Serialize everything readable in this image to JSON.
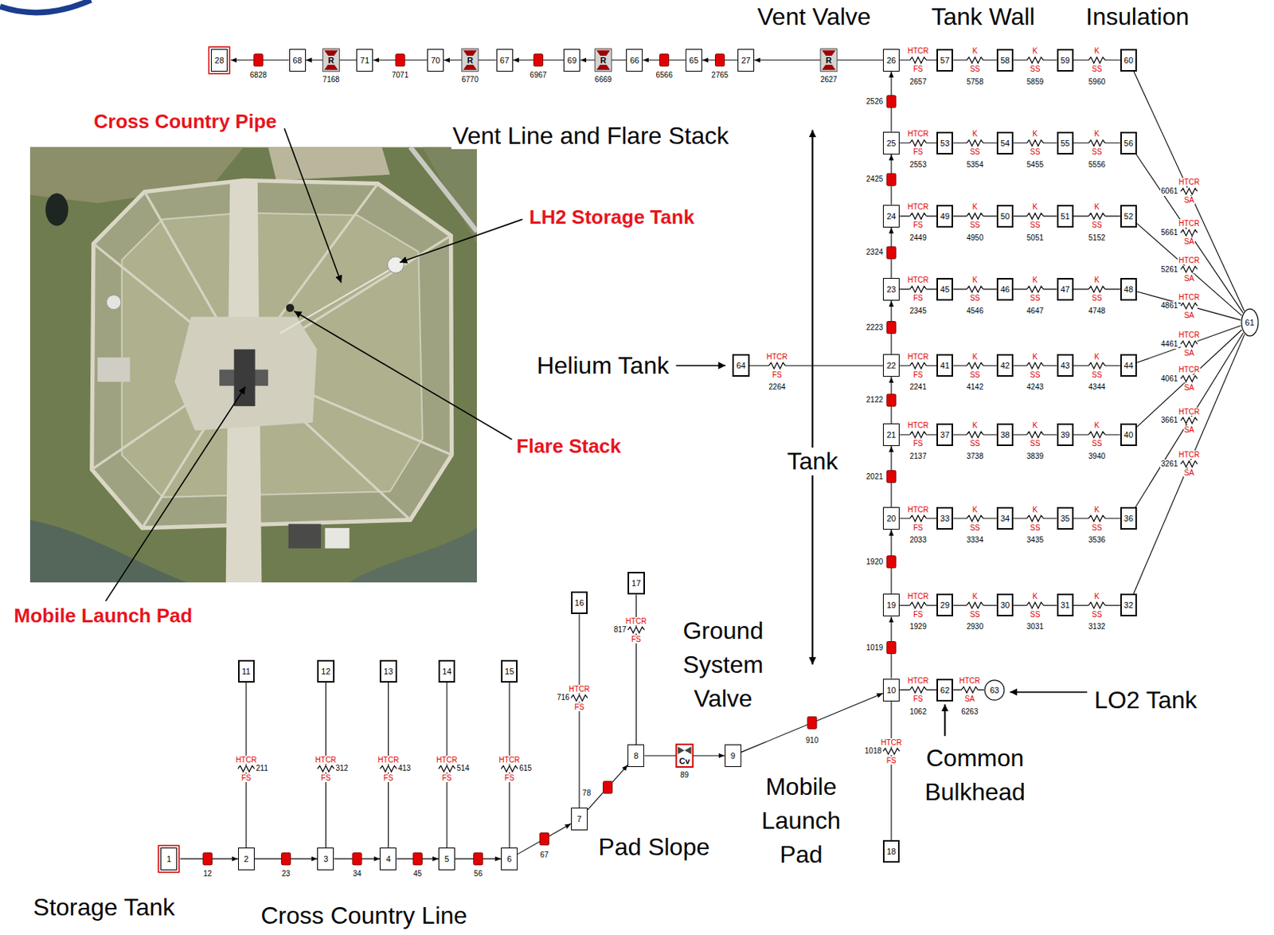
{
  "diagram": {
    "nodes": [
      {
        "text": [
          "1"
        ]
      },
      {
        "text": [
          "2"
        ]
      },
      {
        "text": [
          "3"
        ]
      },
      {
        "text": [
          "4"
        ]
      },
      {
        "text": [
          "5"
        ]
      },
      {
        "text": [
          "6"
        ]
      },
      {
        "text": [
          "7"
        ]
      },
      {
        "text": [
          "8"
        ]
      },
      {
        "text": [
          "9"
        ]
      },
      {
        "text": [
          "10"
        ]
      },
      {
        "text": [
          "11"
        ]
      },
      {
        "text": [
          "12"
        ]
      },
      {
        "text": [
          "13"
        ]
      },
      {
        "text": [
          "14"
        ]
      },
      {
        "text": [
          "15"
        ]
      },
      {
        "text": [
          "16"
        ]
      },
      {
        "text": [
          "17"
        ]
      },
      {
        "text": [
          "18"
        ]
      },
      {
        "text": [
          "19"
        ]
      },
      {
        "text": [
          "20"
        ]
      },
      {
        "text": [
          "21"
        ]
      },
      {
        "text": [
          "22"
        ]
      },
      {
        "text": [
          "23"
        ]
      },
      {
        "text": [
          "24"
        ]
      },
      {
        "text": [
          "25"
        ]
      },
      {
        "text": [
          "26"
        ]
      },
      {
        "text": [
          "27"
        ]
      },
      {
        "text": [
          "28"
        ]
      },
      {
        "text": [
          "29"
        ]
      },
      {
        "text": [
          "30"
        ]
      },
      {
        "text": [
          "31"
        ]
      },
      {
        "text": [
          "32"
        ]
      },
      {
        "text": [
          "33"
        ]
      },
      {
        "text": [
          "34"
        ]
      },
      {
        "text": [
          "35"
        ]
      },
      {
        "text": [
          "36"
        ]
      },
      {
        "text": [
          "37"
        ]
      },
      {
        "text": [
          "38"
        ]
      },
      {
        "text": [
          "39"
        ]
      },
      {
        "text": [
          "40"
        ]
      },
      {
        "text": [
          "41"
        ]
      },
      {
        "text": [
          "42"
        ]
      },
      {
        "text": [
          "43"
        ]
      },
      {
        "text": [
          "44"
        ]
      },
      {
        "text": [
          "45"
        ]
      },
      {
        "text": [
          "46"
        ]
      },
      {
        "text": [
          "47"
        ]
      },
      {
        "text": [
          "48"
        ]
      },
      {
        "text": [
          "49"
        ]
      },
      {
        "text": [
          "50"
        ]
      },
      {
        "text": [
          "51"
        ]
      },
      {
        "text": [
          "52"
        ]
      },
      {
        "text": [
          "53"
        ]
      },
      {
        "text": [
          "54"
        ]
      },
      {
        "text": [
          "55"
        ]
      },
      {
        "text": [
          "56"
        ]
      },
      {
        "text": [
          "57"
        ]
      },
      {
        "text": [
          "58"
        ]
      },
      {
        "text": [
          "59"
        ]
      },
      {
        "text": [
          "60"
        ]
      },
      {
        "text": [
          "61"
        ]
      },
      {
        "text": [
          "62"
        ]
      },
      {
        "text": [
          "63"
        ]
      },
      {
        "text": [
          "64"
        ]
      },
      {
        "text": [
          "65"
        ]
      },
      {
        "text": [
          "66"
        ]
      },
      {
        "text": [
          "67"
        ]
      },
      {
        "text": [
          "68"
        ]
      },
      {
        "text": [
          "69"
        ]
      },
      {
        "text": [
          "70"
        ]
      },
      {
        "text": [
          "71"
        ]
      }
    ],
    "edges": [
      {
        "from": 0,
        "to": 1,
        "label": "12",
        "arrow": "to"
      },
      {
        "from": 1,
        "to": 2,
        "label": "23",
        "arrow": "to"
      },
      {
        "from": 2,
        "to": 3,
        "label": "34",
        "arrow": "to"
      },
      {
        "from": 3,
        "to": 4,
        "label": "45",
        "arrow": "to"
      },
      {
        "from": 4,
        "to": 5,
        "label": "56",
        "arrow": "to"
      },
      {
        "from": 5,
        "to": 6,
        "label": "67",
        "arrow": "to"
      },
      {
        "from": 6,
        "to": 7,
        "label": "78",
        "arrow": "to"
      },
      {
        "from": 8,
        "to": 9,
        "label": "910",
        "arrow": "to"
      },
      {
        "from": 9,
        "to": 18,
        "label": "1019",
        "arrow": "to"
      },
      {
        "from": 18,
        "to": 19,
        "label": "1920",
        "arrow": "to"
      },
      {
        "from": 19,
        "to": 20,
        "label": "2021",
        "arrow": "to"
      },
      {
        "from": 20,
        "to": 21,
        "label": "2122",
        "arrow": "to"
      },
      {
        "from": 21,
        "to": 22,
        "label": "2223",
        "arrow": "to"
      },
      {
        "from": 22,
        "to": 23,
        "label": "2324",
        "arrow": "to"
      },
      {
        "from": 23,
        "to": 24,
        "label": "2425",
        "arrow": "to"
      },
      {
        "from": 24,
        "to": 25,
        "label": "2526",
        "arrow": "to"
      },
      {
        "from": 26,
        "to": 64,
        "label": "2765",
        "arrow": "to"
      },
      {
        "from": 64,
        "to": 65,
        "label": "6566",
        "arrow": "to"
      },
      {
        "from": 68,
        "to": 66,
        "label": "6967",
        "arrow": "to"
      },
      {
        "from": 69,
        "to": 70,
        "label": "7071",
        "arrow": "to"
      },
      {
        "from": 67,
        "to": 27,
        "label": "6828",
        "arrow": "to"
      },
      {
        "from": 7,
        "to": 8,
        "label": "89",
        "arrow": "to"
      },
      {
        "from": 25,
        "to": 26,
        "label": "2627",
        "arrow": "to"
      },
      {
        "from": 65,
        "to": 68,
        "label": "6669",
        "arrow": "to"
      },
      {
        "from": 66,
        "to": 69,
        "label": "6770",
        "arrow": "to"
      },
      {
        "from": 70,
        "to": 67,
        "label": "7168",
        "arrow": "to"
      },
      {
        "from": 1,
        "to": 10,
        "label": "211",
        "arrow": "none"
      },
      {
        "from": 2,
        "to": 11,
        "label": "312",
        "arrow": "none"
      },
      {
        "from": 3,
        "to": 12,
        "label": "413",
        "arrow": "none"
      },
      {
        "from": 4,
        "to": 13,
        "label": "514",
        "arrow": "none"
      },
      {
        "from": 5,
        "to": 14,
        "label": "615",
        "arrow": "none"
      },
      {
        "from": 6,
        "to": 15,
        "label": "716",
        "arrow": "none"
      },
      {
        "from": 7,
        "to": 16,
        "label": "817",
        "arrow": "none"
      },
      {
        "from": 9,
        "to": 61,
        "label": "1062",
        "arrow": "none"
      },
      {
        "from": 61,
        "to": 62,
        "label": "6263",
        "arrow": "none"
      },
      {
        "from": 9,
        "to": 17,
        "label": "1018",
        "arrow": "none"
      },
      {
        "from": 63,
        "to": 21,
        "label": "2264",
        "arrow": "none"
      },
      {
        "from": 18,
        "to": 28,
        "label": "1929",
        "arrow": "none"
      },
      {
        "from": 28,
        "to": 29,
        "label": "2930",
        "arrow": "none"
      },
      {
        "from": 29,
        "to": 30,
        "label": "3031",
        "arrow": "none"
      },
      {
        "from": 30,
        "to": 31,
        "label": "3132",
        "arrow": "none"
      },
      {
        "from": 31,
        "to": 60,
        "label": "3261",
        "arrow": "none"
      },
      {
        "from": 19,
        "to": 32,
        "label": "2033",
        "arrow": "none"
      },
      {
        "from": 32,
        "to": 33,
        "label": "3334",
        "arrow": "none"
      },
      {
        "from": 33,
        "to": 34,
        "label": "3435",
        "arrow": "none"
      },
      {
        "from": 34,
        "to": 35,
        "label": "3536",
        "arrow": "none"
      },
      {
        "from": 35,
        "to": 60,
        "label": "3661",
        "arrow": "none"
      },
      {
        "from": 20,
        "to": 36,
        "label": "2137",
        "arrow": "none"
      },
      {
        "from": 36,
        "to": 37,
        "label": "3738",
        "arrow": "none"
      },
      {
        "from": 37,
        "to": 38,
        "label": "3839",
        "arrow": "none"
      },
      {
        "from": 38,
        "to": 39,
        "label": "3940",
        "arrow": "none"
      },
      {
        "from": 39,
        "to": 60,
        "label": "4061",
        "arrow": "none"
      },
      {
        "from": 21,
        "to": 40,
        "label": "2241",
        "arrow": "none"
      },
      {
        "from": 40,
        "to": 41,
        "label": "4142",
        "arrow": "none"
      },
      {
        "from": 41,
        "to": 42,
        "label": "4243",
        "arrow": "none"
      },
      {
        "from": 42,
        "to": 43,
        "label": "4344",
        "arrow": "none"
      },
      {
        "from": 43,
        "to": 60,
        "label": "4461",
        "arrow": "none"
      },
      {
        "from": 22,
        "to": 44,
        "label": "2345",
        "arrow": "none"
      },
      {
        "from": 44,
        "to": 45,
        "label": "4546",
        "arrow": "none"
      },
      {
        "from": 45,
        "to": 46,
        "label": "4647",
        "arrow": "none"
      },
      {
        "from": 46,
        "to": 47,
        "label": "4748",
        "arrow": "none"
      },
      {
        "from": 47,
        "to": 60,
        "label": "4861",
        "arrow": "none"
      },
      {
        "from": 23,
        "to": 48,
        "label": "2449",
        "arrow": "none"
      },
      {
        "from": 48,
        "to": 49,
        "label": "4950",
        "arrow": "none"
      },
      {
        "from": 49,
        "to": 50,
        "label": "5051",
        "arrow": "none"
      },
      {
        "from": 50,
        "to": 51,
        "label": "5152",
        "arrow": "none"
      },
      {
        "from": 51,
        "to": 60,
        "label": "5261",
        "arrow": "none"
      },
      {
        "from": 24,
        "to": 52,
        "label": "2553",
        "arrow": "none"
      },
      {
        "from": 52,
        "to": 53,
        "label": "5354",
        "arrow": "none"
      },
      {
        "from": 53,
        "to": 54,
        "label": "5455",
        "arrow": "none"
      },
      {
        "from": 54,
        "to": 55,
        "label": "5556",
        "arrow": "none"
      },
      {
        "from": 55,
        "to": 60,
        "label": "5661",
        "arrow": "none"
      },
      {
        "from": 25,
        "to": 56,
        "label": "2657",
        "arrow": "none"
      },
      {
        "from": 56,
        "to": 57,
        "label": "5758",
        "arrow": "none"
      },
      {
        "from": 57,
        "to": 58,
        "label": "5859",
        "arrow": "none"
      },
      {
        "from": 58,
        "to": 59,
        "label": "5960",
        "arrow": "none"
      },
      {
        "from": 59,
        "to": 60,
        "label": "6061",
        "arrow": "none"
      }
    ],
    "labels": [
      "Vent Valve",
      "Tank Wall",
      "Insulation",
      "Cross Country Pipe",
      "Vent Line and Flare Stack",
      "LH2 Storage Tank",
      "Helium Tank",
      "Flare Stack",
      "Tank",
      "Mobile Launch Pad",
      "Ground System Valve",
      "LO2 Tank",
      "Common Bulkhead",
      "Mobile Launch Pad",
      "Pad Slope",
      "Storage Tank",
      "Cross Country Line",
      "Cv",
      "R",
      "R",
      "R",
      "R",
      "HTCR",
      "FS",
      "HTCR",
      "FS",
      "HTCR",
      "FS",
      "HTCR",
      "FS",
      "HTCR",
      "FS",
      "HTCR",
      "FS",
      "HTCR",
      "FS",
      "HTCR",
      "FS",
      "HTCR",
      "SA",
      "HTCR",
      "FS",
      "HTCR",
      "FS",
      "HTCR",
      "FS",
      "K",
      "SS",
      "K",
      "SS",
      "K",
      "SS",
      "HTCR",
      "SA",
      "HTCR",
      "FS",
      "K",
      "SS",
      "K",
      "SS",
      "K",
      "SS",
      "HTCR",
      "SA",
      "HTCR",
      "FS",
      "K",
      "SS",
      "K",
      "SS",
      "K",
      "SS",
      "HTCR",
      "SA",
      "HTCR",
      "FS",
      "K",
      "SS",
      "K",
      "SS",
      "K",
      "SS",
      "HTCR",
      "SA",
      "HTCR",
      "FS",
      "K",
      "SS",
      "K",
      "SS",
      "K",
      "SS",
      "HTCR",
      "SA",
      "HTCR",
      "FS",
      "K",
      "SS",
      "K",
      "SS",
      "K",
      "SS",
      "HTCR",
      "SA",
      "HTCR",
      "FS",
      "K",
      "SS",
      "K",
      "SS",
      "K",
      "SS",
      "HTCR",
      "SA",
      "HTCR",
      "FS",
      "K",
      "SS",
      "K",
      "SS",
      "K",
      "SS",
      "HTCR",
      "SA"
    ]
  }
}
